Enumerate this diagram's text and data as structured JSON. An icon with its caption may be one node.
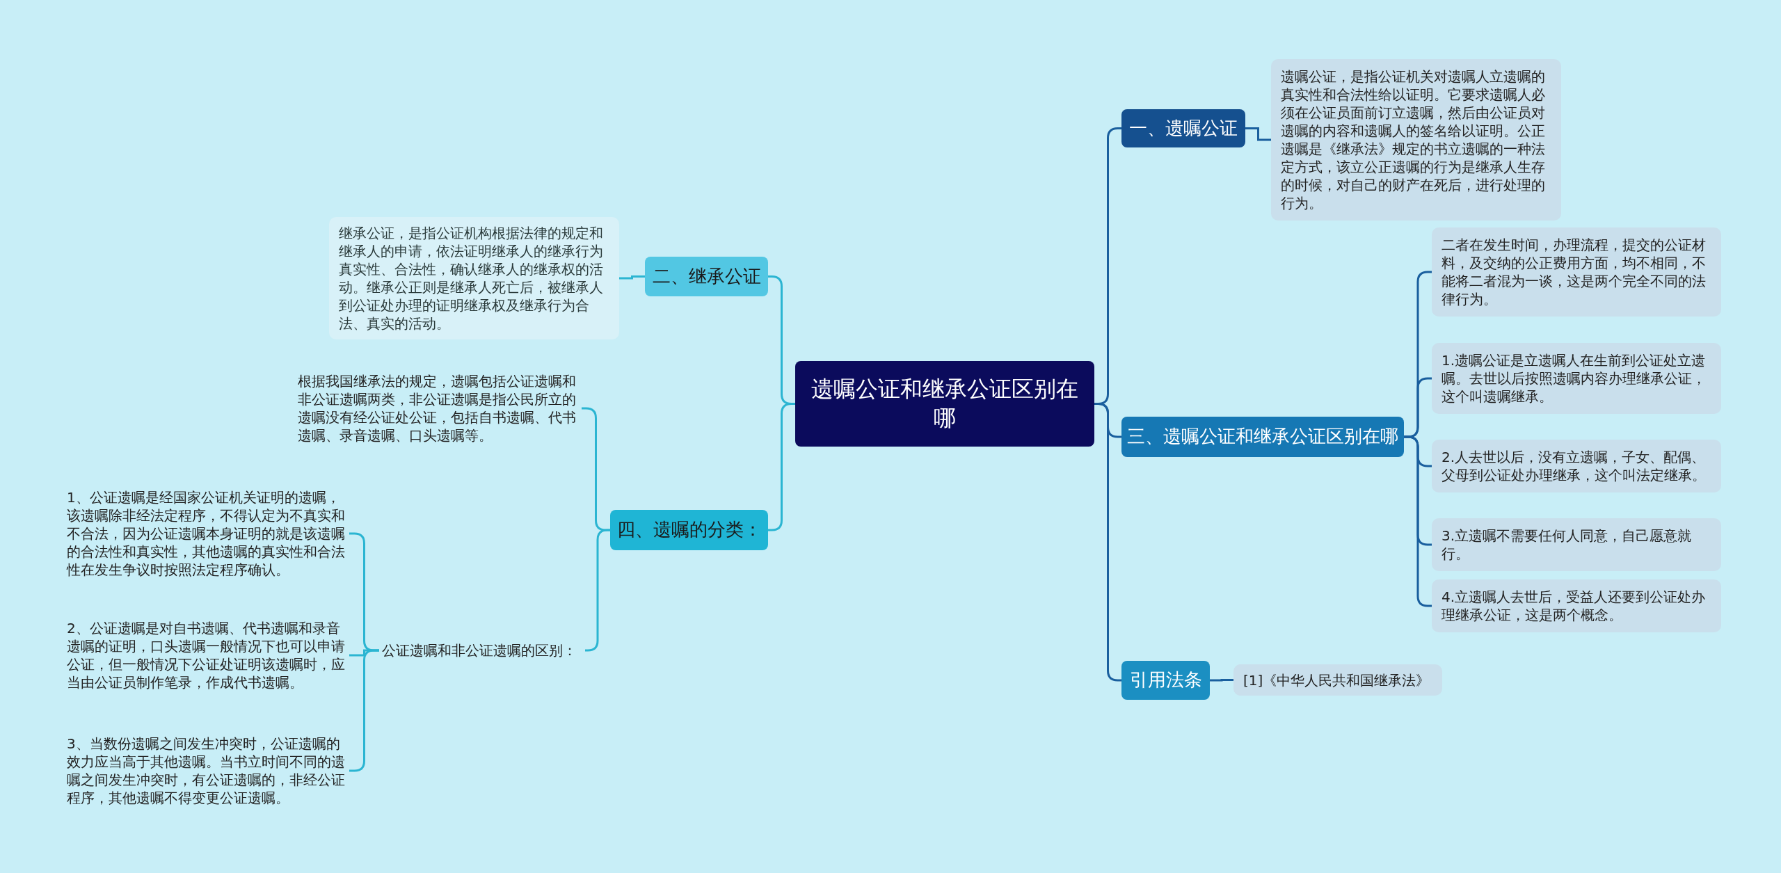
{
  "diagram": {
    "nodes": [
      {
        "text": [
          "遗嘱公证和继承公证区别在哪"
        ]
      },
      {
        "text": [
          "一、遗嘱公证"
        ]
      },
      {
        "text": [
          "遗嘱公证，是指公证机关对遗嘱人立遗嘱的真实性和合法性给以证明。它要求遗嘱人必须在公证员面前订立遗嘱，然后由公证员对遗嘱的内容和遗嘱人的签名给以证明。公正遗嘱是《继承法》规定的书立遗嘱的一种法定方式，该立公正遗嘱的行为是继承人生存的时候，对自己的财产在死后，进行处理的行为。"
        ]
      },
      {
        "text": [
          "三、遗嘱公证和继承公证区别在哪"
        ]
      },
      {
        "text": [
          "二者在发生时间，办理流程，提交的公证材料，及交纳的公正费用方面，均不相同，不能将二者混为一谈，这是两个完全不同的法律行为。"
        ]
      },
      {
        "text": [
          "1.遗嘱公证是立遗嘱人在生前到公证处立遗嘱。去世以后按照遗嘱内容办理继承公证，这个叫遗嘱继承。"
        ]
      },
      {
        "text": [
          "2.人去世以后，没有立遗嘱，子女、配偶、父母到公证处办理继承，这个叫法定继承。"
        ]
      },
      {
        "text": [
          "3.立遗嘱不需要任何人同意，自己愿意就行。"
        ]
      },
      {
        "text": [
          "4.立遗嘱人去世后，受益人还要到公证处办理继承公证，这是两个概念。"
        ]
      },
      {
        "text": [
          "引用法条"
        ]
      },
      {
        "text": [
          "[1]《中华人民共和国继承法》"
        ]
      },
      {
        "text": [
          "二、继承公证"
        ]
      },
      {
        "text": [
          "继承公证，是指公证机构根据法律的规定和继承人的申请，依法证明继承人的继承行为真实性、合法性，确认继承人的继承权的活动。继承公正则是继承人死亡后，被继承人到公证处办理的证明继承权及继承行为合法、真实的活动。"
        ]
      },
      {
        "text": [
          "四、遗嘱的分类："
        ]
      },
      {
        "text": [
          "根据我国继承法的规定，遗嘱包括公证遗嘱和非公证遗嘱两类，非公证遗嘱是指公民所立的遗嘱没有经公证处公证，包括自书遗嘱、代书遗嘱、录音遗嘱、口头遗嘱等。"
        ]
      },
      {
        "text": [
          "公证遗嘱和非公证遗嘱的区别："
        ]
      },
      {
        "text": [
          "1、公证遗嘱是经国家公证机关证明的遗嘱，该遗嘱除非经法定程序，不得认定为不真实和不合法，因为公证遗嘱本身证明的就是该遗嘱的合法性和真实性，其他遗嘱的真实性和合法性在发生争议时按照法定程序确认。"
        ]
      },
      {
        "text": [
          "2、公证遗嘱是对自书遗嘱、代书遗嘱和录音遗嘱的证明，口头遗嘱一般情况下也可以申请公证，但一般情况下公证处证明该遗嘱时，应当由公证员制作笔录，作成代书遗嘱。"
        ]
      },
      {
        "text": [
          "3、当数份遗嘱之间发生冲突时，公证遗嘱的效力应当高于其他遗嘱。当书立时间不同的遗嘱之间发生冲突时，有公证遗嘱的，非经公证程序，其他遗嘱不得变更公证遗嘱。"
        ]
      }
    ],
    "edges": [
      {
        "from": 0,
        "to": 1,
        "arrow": "none"
      },
      {
        "from": 1,
        "to": 2,
        "arrow": "none"
      },
      {
        "from": 0,
        "to": 3,
        "arrow": "none"
      },
      {
        "from": 3,
        "to": 4,
        "arrow": "none"
      },
      {
        "from": 3,
        "to": 5,
        "arrow": "none"
      },
      {
        "from": 3,
        "to": 6,
        "arrow": "none"
      },
      {
        "from": 3,
        "to": 7,
        "arrow": "none"
      },
      {
        "from": 3,
        "to": 8,
        "arrow": "none"
      },
      {
        "from": 0,
        "to": 9,
        "arrow": "none"
      },
      {
        "from": 9,
        "to": 10,
        "arrow": "none"
      },
      {
        "from": 0,
        "to": 11,
        "arrow": "none",
        "color": "#2bb5d2"
      },
      {
        "from": 11,
        "to": 12,
        "arrow": "none",
        "color": "#2bb5d2"
      },
      {
        "from": 0,
        "to": 13,
        "arrow": "none",
        "color": "#2bb5d2"
      },
      {
        "from": 13,
        "to": 14,
        "arrow": "none",
        "color": "#2bb5d2"
      },
      {
        "from": 13,
        "to": 15,
        "arrow": "none",
        "color": "#2bb5d2"
      },
      {
        "from": 15,
        "to": 16,
        "arrow": "none",
        "color": "#2bb5d2"
      },
      {
        "from": 15,
        "to": 17,
        "arrow": "none",
        "color": "#2bb5d2"
      },
      {
        "from": 15,
        "to": 18,
        "arrow": "none",
        "color": "#2bb5d2"
      }
    ]
  }
}
